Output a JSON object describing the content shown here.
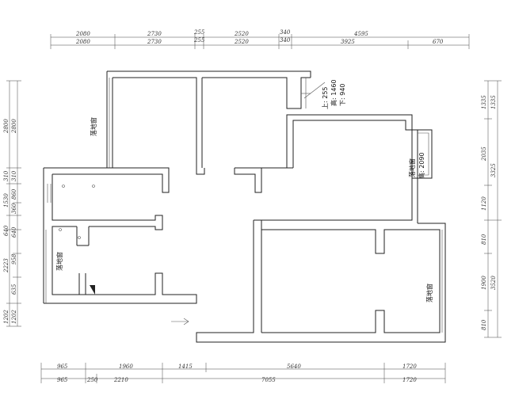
{
  "dimensions": {
    "top_row_1": [
      "2080",
      "2730",
      "255",
      "2520",
      "340",
      "4595"
    ],
    "top_row_2": [
      "2080",
      "2730",
      "255",
      "2520",
      "340",
      "3925",
      "670"
    ],
    "left_row_1": [
      "2800",
      "310",
      "1530",
      "640",
      "2223",
      "1202"
    ],
    "left_row_2": [
      "2800",
      "310",
      "860",
      "360",
      "640",
      "958",
      "635",
      "1202"
    ],
    "right_row_1": [
      "1335",
      "2035",
      "1120",
      "810",
      "1900",
      "810"
    ],
    "right_row_2": [
      "1335",
      "3325",
      "3520"
    ],
    "bottom_row_1": [
      "965",
      "1960",
      "1415",
      "5640",
      "1720"
    ],
    "bottom_row_2": [
      "965",
      "250",
      "2210",
      "7055",
      "1720"
    ]
  },
  "labels": {
    "window_top_left": "落地窗",
    "window_left": "落地窗",
    "window_right_mid": "落地窗",
    "window_right_mid_height": "高: 2090",
    "window_bottom_right": "落地窗",
    "sill_note_1": "上: 255",
    "sill_note_2": "高: 1460",
    "sill_note_3": "下: 940"
  }
}
